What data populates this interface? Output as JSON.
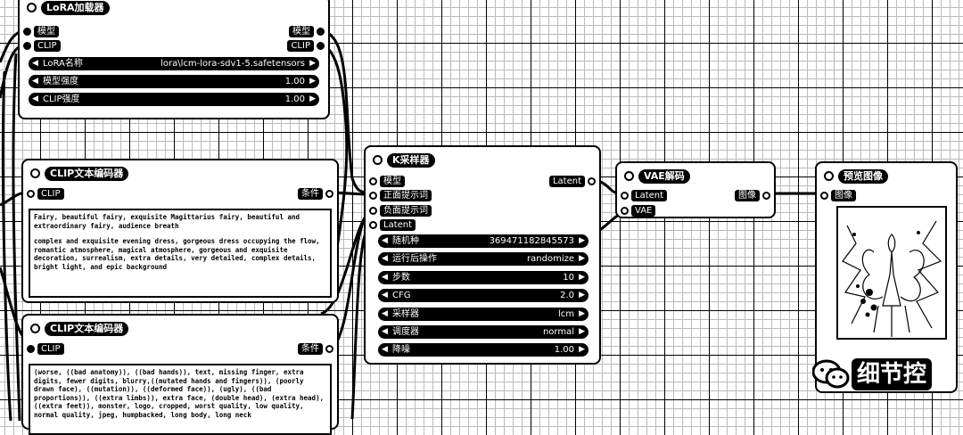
{
  "lora_node": {
    "title": "LoRA加载器",
    "inputs": [
      {
        "label": "模型"
      },
      {
        "label": "CLIP"
      }
    ],
    "outputs": [
      {
        "label": "模型"
      },
      {
        "label": "CLIP"
      }
    ],
    "widgets": [
      {
        "name": "LoRA名称",
        "value": "lora\\lcm-lora-sdv1-5.safetensors"
      },
      {
        "name": "模型强度",
        "value": "1.00"
      },
      {
        "name": "CLIP强度",
        "value": "1.00"
      }
    ]
  },
  "clip_pos_node": {
    "title": "CLIP文本编码器",
    "input": "CLIP",
    "output": "条件",
    "text_para1": "Fairy, beautiful fairy, exquisite Magittarius fairy, beautiful and extraordinary fairy, audience breath",
    "text_para2": "complex and exquisite evening dress, gorgeous dress occupying the flow, romantic atmosphere, magical atmosphere, gorgeous and exquisite decoration, surrealism, extra details, very detailed, complex details, bright light, and epic background"
  },
  "clip_neg_node": {
    "title": "CLIP文本编码器",
    "input": "CLIP",
    "output": "条件",
    "text": "(worse, ((bad anatomy)), ((bad hands)), text, missing finger, extra digits, fewer digits, blurry,((mutated hands and fingers)), (poorly drawn face), ((mutation)), ((deformed face)), (ugly), ((bad proportions)), ((extra limbs)), extra face, (double head), (extra head), ((extra feet)), monster, logo, cropped, worst quality, low quality, normal quality, jpeg, humpbacked, long body, long neck"
  },
  "ksampler_node": {
    "title": "K采样器",
    "inputs": [
      {
        "label": "模型"
      },
      {
        "label": "正面提示词"
      },
      {
        "label": "负面提示词"
      },
      {
        "label": "Latent"
      }
    ],
    "output": "Latent",
    "widgets": [
      {
        "name": "随机种",
        "value": "369471182845573"
      },
      {
        "name": "运行后操作",
        "value": "randomize"
      },
      {
        "name": "步数",
        "value": "10"
      },
      {
        "name": "CFG",
        "value": "2.0"
      },
      {
        "name": "采样器",
        "value": "lcm"
      },
      {
        "name": "调度器",
        "value": "normal"
      },
      {
        "name": "降噪",
        "value": "1.00"
      }
    ]
  },
  "vae_node": {
    "title": "VAE解码",
    "inputs": [
      {
        "label": "Latent"
      },
      {
        "label": "VAE"
      }
    ],
    "output": "图像"
  },
  "preview_node": {
    "title": "预览图像",
    "input": "图像"
  },
  "watermark": {
    "text": "细节控"
  }
}
